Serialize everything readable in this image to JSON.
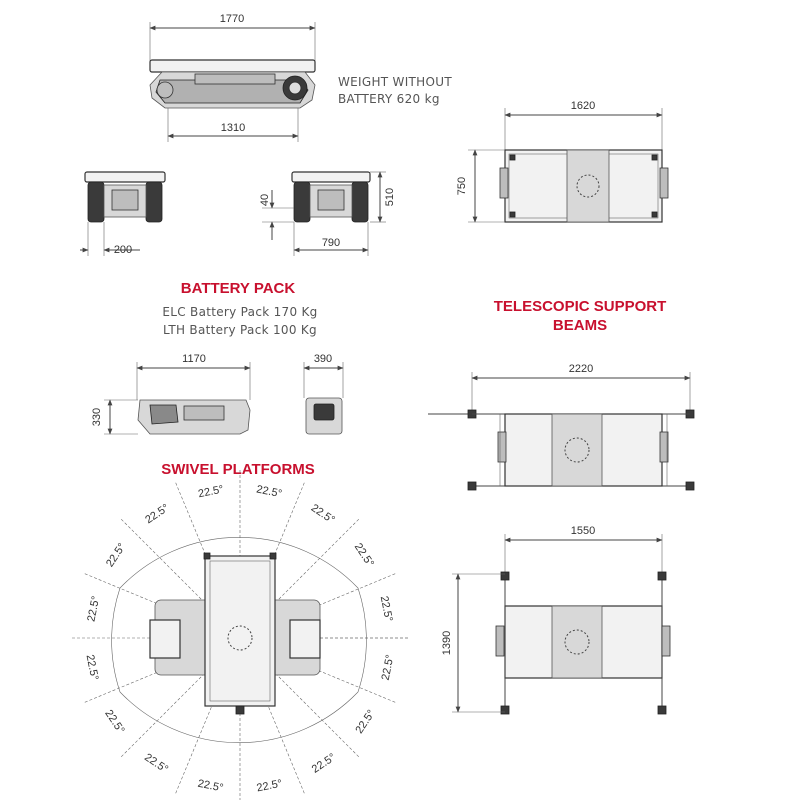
{
  "track_unit": {
    "length_overall": "1770",
    "length_track": "1310",
    "weight_note_line1": "WEIGHT WITHOUT",
    "weight_note_line2": "BATTERY 620 kg",
    "end_width": "200",
    "end_width_full": "790",
    "height_offset": "40",
    "height": "510"
  },
  "plan_view": {
    "width": "1620",
    "depth": "750"
  },
  "battery_pack": {
    "heading": "BATTERY PACK",
    "elc_line": "ELC Battery Pack 170 Kg",
    "lth_line": "LTH Battery Pack 100 Kg",
    "length": "1170",
    "width": "390",
    "height": "330"
  },
  "telescopic_beams": {
    "heading_line1": "TELESCOPIC SUPPORT",
    "heading_line2": "BEAMS",
    "extended_width": "2220",
    "beam_width": "1550",
    "beam_depth": "1390"
  },
  "swivel_platforms": {
    "heading": "SWIVEL PLATFORMS",
    "angle_label": "22.5°"
  },
  "colors": {
    "heading": "#c8102e",
    "line": "#444444",
    "panel": "#f2f2f2"
  }
}
